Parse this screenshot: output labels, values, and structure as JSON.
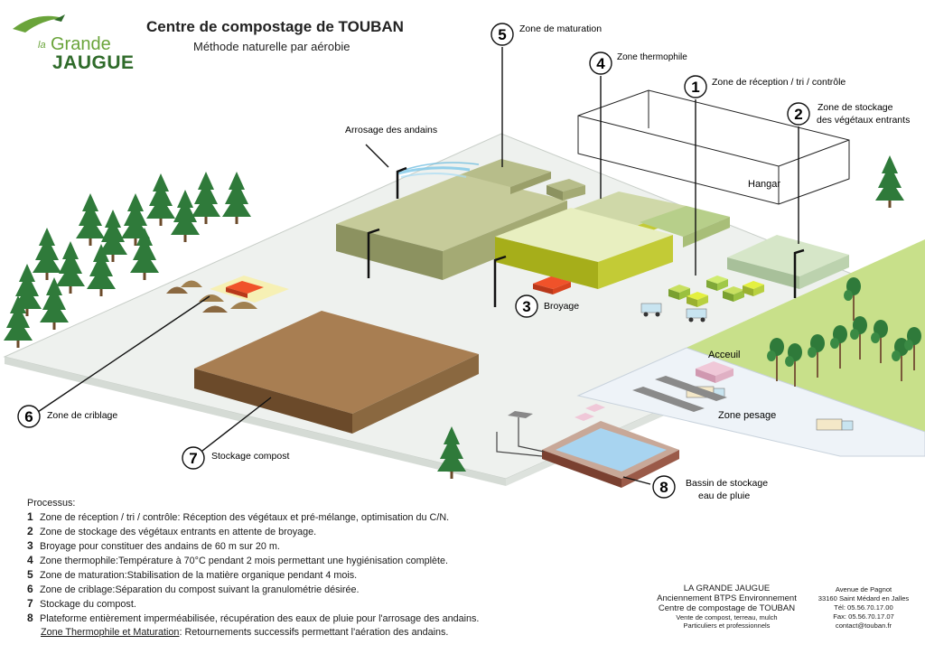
{
  "header": {
    "title": "Centre de compostage de TOUBAN",
    "subtitle": "Méthode naturelle par aérobie"
  },
  "logo": {
    "la": "la",
    "grande": "Grande",
    "jaugue": "JAUGUE"
  },
  "zones": [
    {
      "num": "1",
      "label": "Zone de réception / tri / contrôle"
    },
    {
      "num": "2",
      "label": "Zone de stockage",
      "label2": "des végétaux entrants"
    },
    {
      "num": "3",
      "label": "Broyage"
    },
    {
      "num": "4",
      "label": "Zone thermophile"
    },
    {
      "num": "5",
      "label": "Zone de maturation"
    },
    {
      "num": "6",
      "label": "Zone de criblage"
    },
    {
      "num": "7",
      "label": "Stockage compost"
    },
    {
      "num": "8",
      "label": "Bassin de stockage",
      "label2": "eau de pluie"
    }
  ],
  "labels": {
    "arrosage": "Arrosage des andains",
    "hangar": "Hangar",
    "acceuil": "Acceuil",
    "pesage": "Zone pesage"
  },
  "process": {
    "heading": "Processus:",
    "steps": [
      {
        "num": "1",
        "name": "Zone de réception / tri / contrôle:",
        "text": "Réception des végétaux et pré-mélange, optimisation du C/N."
      },
      {
        "num": "2",
        "name": "Zone de stockage des végétaux entrants en attente de broyage.",
        "text": ""
      },
      {
        "num": "3",
        "name": "Broyage pour constituer des andains de 60 m sur 20 m.",
        "text": ""
      },
      {
        "num": "4",
        "name": "Zone thermophile:",
        "text": "Température à 70°C pendant 2 mois permettant une hygiénisation complète."
      },
      {
        "num": "5",
        "name": "Zone de maturation:",
        "text": "Stabilisation de la matière organique pendant 4 mois."
      },
      {
        "num": "6",
        "name": "Zone de criblage:",
        "text": "Séparation du compost suivant la granulométrie désirée."
      },
      {
        "num": "7",
        "name": "Stockage du compost.",
        "text": ""
      },
      {
        "num": "8",
        "name": "Plateforme entièrement imperméabilisée, récupération des eaux de pluie pour l'arrosage des andains.",
        "text": ""
      }
    ],
    "note_label": "Zone Thermophile et Maturation",
    "note_text": ": Retournements successifs permettant l'aération des andains."
  },
  "company": {
    "name": "LA GRANDE JAUGUE",
    "former": "Anciennement BTPS Environnement",
    "centre": "Centre de compostage de TOUBAN",
    "line1": "Vente de compost, terreau, mulch",
    "line2": "Particuliers et professionnels"
  },
  "contact": {
    "address1": "Avenue de Pagnot",
    "address2": "33160 Saint Médard en Jalles",
    "tel": "Tél: 05.56.70.17.00",
    "fax": "Fax: 05.56.70.17.07",
    "email": "contact@touban.fr"
  },
  "colors": {
    "platform": "#eef1ee",
    "grass": "#c8e08a",
    "maturation": "#b7bd8a",
    "thermophile": "#b8c030",
    "storage2": "#d6e6c8",
    "compost": "#8a6840",
    "broyage": "#f0522a",
    "basin_water": "#a8d4f0",
    "basin_wall": "#8a5040",
    "tree": "#2f7a3a"
  }
}
